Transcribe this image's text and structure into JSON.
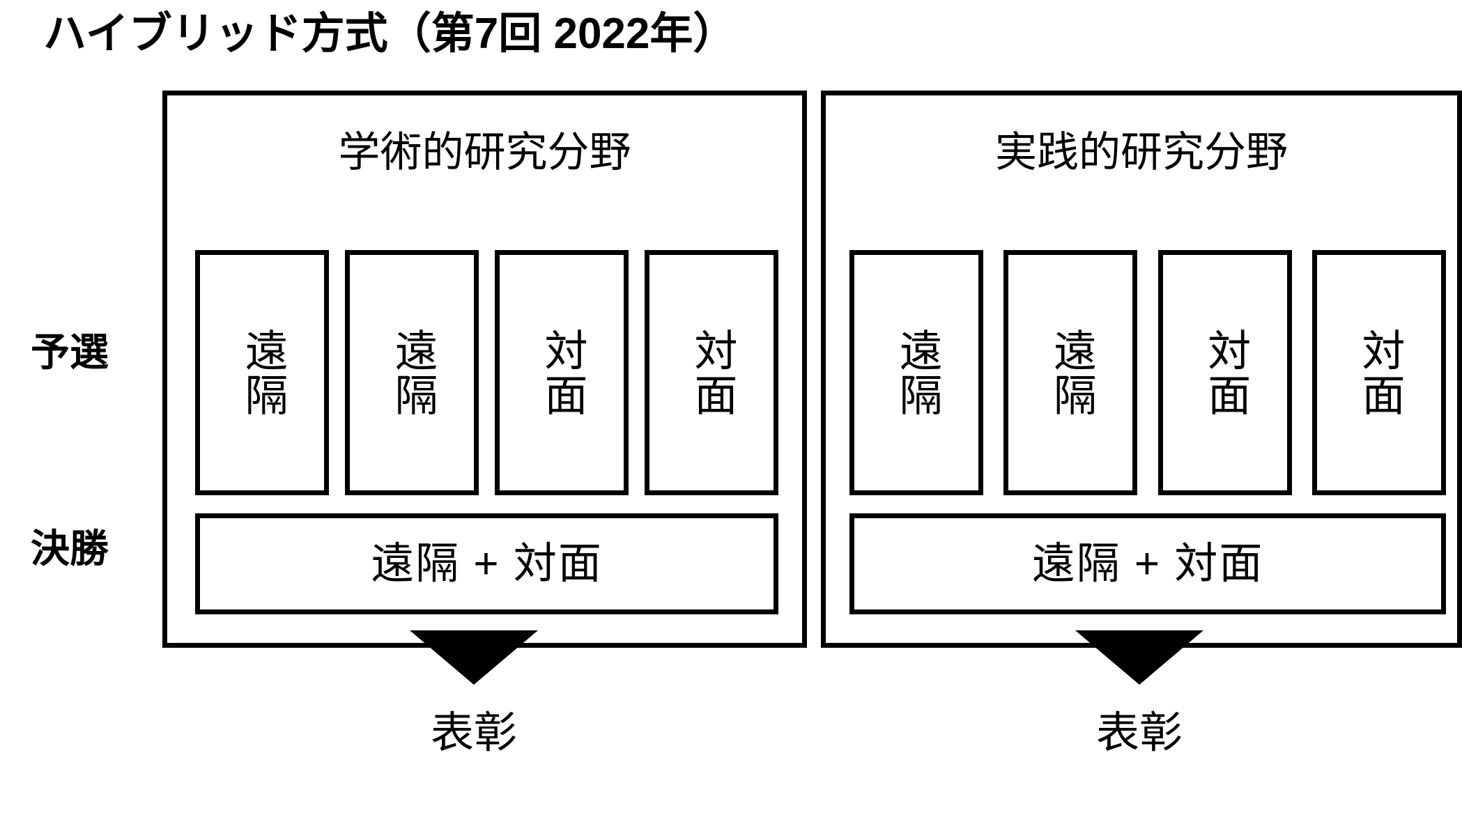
{
  "title": "ハイブリッド方式（第7回 2022年）",
  "stage_labels": {
    "preliminary": "予選",
    "final": "決勝"
  },
  "colors": {
    "ink": "#000000",
    "background": "#ffffff"
  },
  "panels": [
    {
      "id": "academic",
      "title": "学術的研究分野",
      "preliminary_boxes": [
        {
          "label": "遠隔"
        },
        {
          "label": "遠隔"
        },
        {
          "label": "対面"
        },
        {
          "label": "対面"
        }
      ],
      "final_bar": "遠隔 + 対面",
      "award_label": "表彰"
    },
    {
      "id": "practical",
      "title": "実践的研究分野",
      "preliminary_boxes": [
        {
          "label": "遠隔"
        },
        {
          "label": "遠隔"
        },
        {
          "label": "対面"
        },
        {
          "label": "対面"
        }
      ],
      "final_bar": "遠隔 + 対面",
      "award_label": "表彰"
    }
  ]
}
